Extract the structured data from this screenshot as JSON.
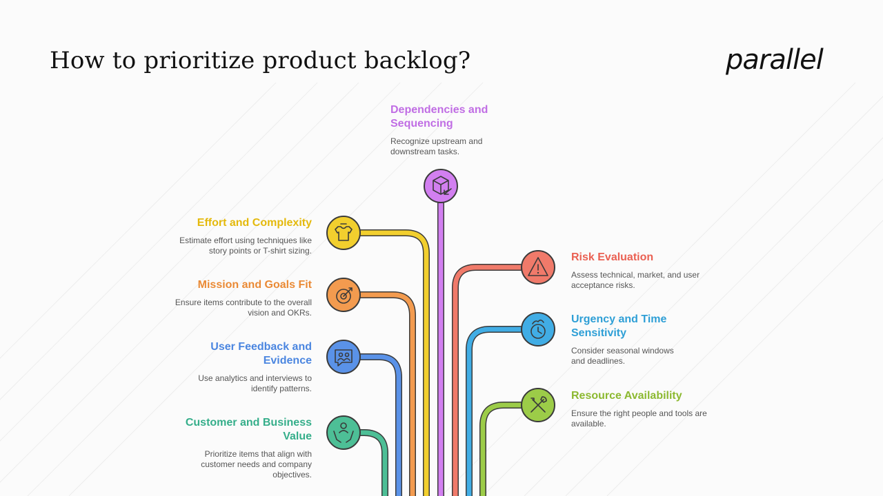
{
  "header": {
    "title": "How to prioritize product backlog?",
    "logo": "parallel"
  },
  "colors": {
    "yellow": "#f2cf2e",
    "orange": "#f39b4f",
    "blue": "#5a92e8",
    "green": "#4dbf96",
    "purple": "#d27ff0",
    "red": "#f07a6a",
    "cyan": "#41ade5",
    "lime": "#9ccc48"
  },
  "items": {
    "dependencies": {
      "title": "Dependencies and Sequencing",
      "desc": "Recognize upstream and downstream tasks.",
      "icon": "box-arrow-icon"
    },
    "effort": {
      "title": "Effort and Complexity",
      "desc": "Estimate effort using techniques like story points or T-shirt sizing.",
      "icon": "t-shirt-icon"
    },
    "mission": {
      "title": "Mission and Goals Fit",
      "desc": "Ensure items contribute to the overall vision and OKRs.",
      "icon": "target-icon"
    },
    "feedback": {
      "title": "User Feedback and Evidence",
      "desc": "Use analytics and interviews to identify patterns.",
      "icon": "users-feedback-icon"
    },
    "customer": {
      "title": "Customer and Business Value",
      "desc": "Prioritize items that align with customer needs and company objectives.",
      "icon": "hands-person-icon"
    },
    "risk": {
      "title": "Risk Evaluation",
      "desc": "Assess technical, market, and user acceptance risks.",
      "icon": "warning-climber-icon"
    },
    "urgency": {
      "title": "Urgency and Time Sensitivity",
      "desc": "Consider seasonal windows and deadlines.",
      "icon": "clock-fire-icon"
    },
    "resource": {
      "title": "Resource Availability",
      "desc": "Ensure the right people and tools are available.",
      "icon": "wrench-pencil-icon"
    }
  }
}
